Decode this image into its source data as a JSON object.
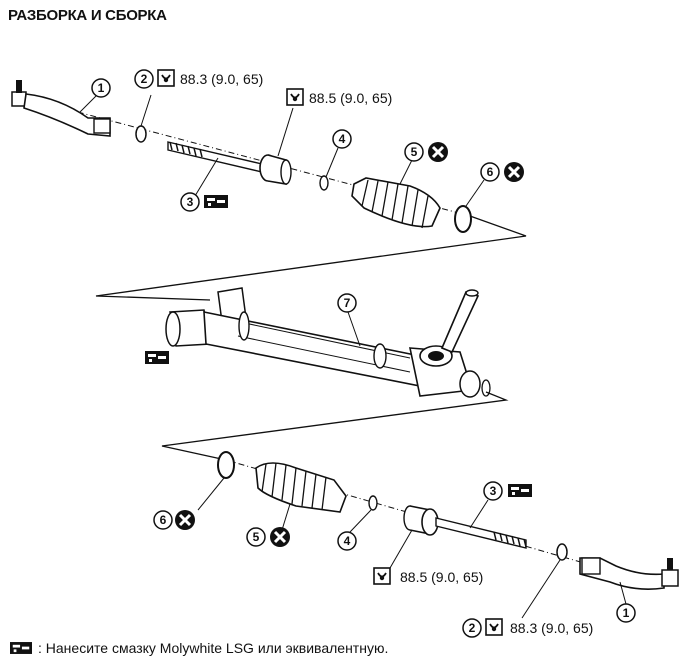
{
  "title": "РАЗБОРКА И СБОРКА",
  "torque": {
    "tie_rod_nut": "88.3 (9.0, 65)",
    "inner_socket": "88.5 (9.0, 65)"
  },
  "callouts": [
    "1",
    "2",
    "3",
    "4",
    "5",
    "6",
    "7"
  ],
  "footer": {
    "note": ": Нанесите смазку Molywhite LSG или эквивалентную."
  },
  "icons": {
    "torque": "torque-wrench-icon",
    "grease": "grease-icon",
    "replace": "do-not-reuse-icon"
  }
}
